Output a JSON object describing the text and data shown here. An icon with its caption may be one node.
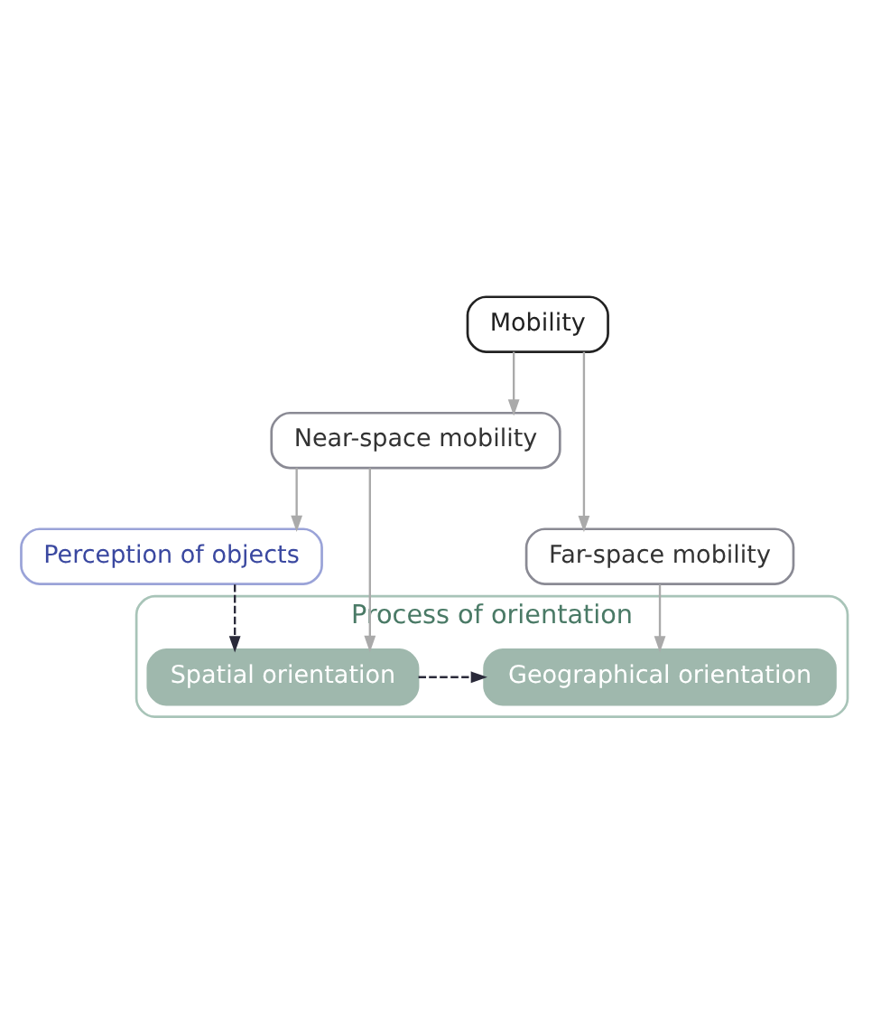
{
  "diagram": {
    "nodes": [
      {
        "text": [
          "Mobility"
        ]
      },
      {
        "text": [
          "Near-space mobility"
        ]
      },
      {
        "text": [
          "Far-space mobility"
        ]
      },
      {
        "text": [
          "Perception of objects"
        ]
      },
      {
        "text": [
          "Process of orientation"
        ]
      },
      {
        "text": [
          "Spatial orientation"
        ],
        "in": 4
      },
      {
        "text": [
          "Geographical orientation"
        ],
        "in": 4
      }
    ],
    "edges": [
      {
        "from": 0,
        "to": 1,
        "arrow": "to"
      },
      {
        "from": 0,
        "to": 2,
        "arrow": "to"
      },
      {
        "from": 1,
        "to": 3,
        "arrow": "to"
      },
      {
        "from": 1,
        "to": 5,
        "arrow": "to"
      },
      {
        "from": 2,
        "to": 6,
        "arrow": "to"
      },
      {
        "from": 3,
        "to": 5,
        "arrow": "to",
        "style": "dashed",
        "color": "#2a2a3a"
      },
      {
        "from": 5,
        "to": 6,
        "arrow": "to",
        "style": "dashed",
        "color": "#2a2a3a"
      }
    ]
  }
}
